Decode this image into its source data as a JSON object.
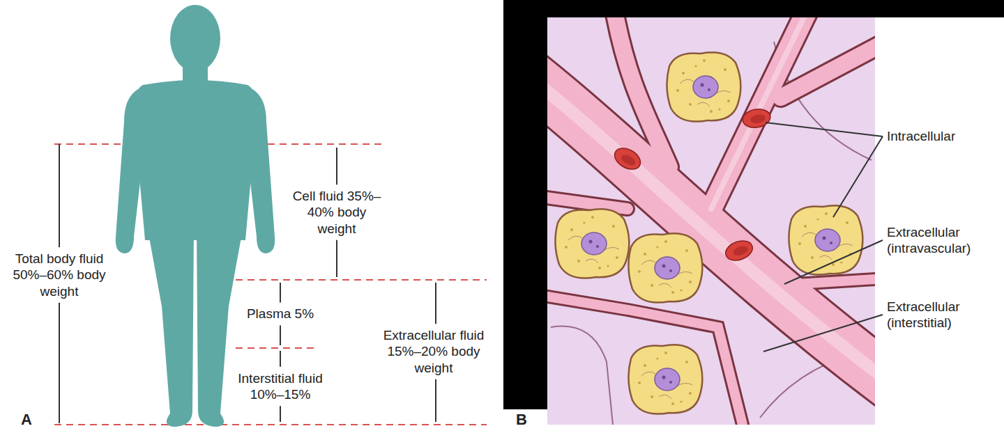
{
  "diagram": {
    "labels": [
      "A",
      "Total body fluid 50%–60% body weight",
      "Cell fluid 35%–40% body weight",
      "Plasma 5%",
      "Interstitial fluid 10%–15%",
      "Extracellular fluid 15%–20% body weight",
      "B",
      "Intracellular",
      "Extracellular (intravascular)",
      "Extracellular (interstitial)"
    ]
  }
}
